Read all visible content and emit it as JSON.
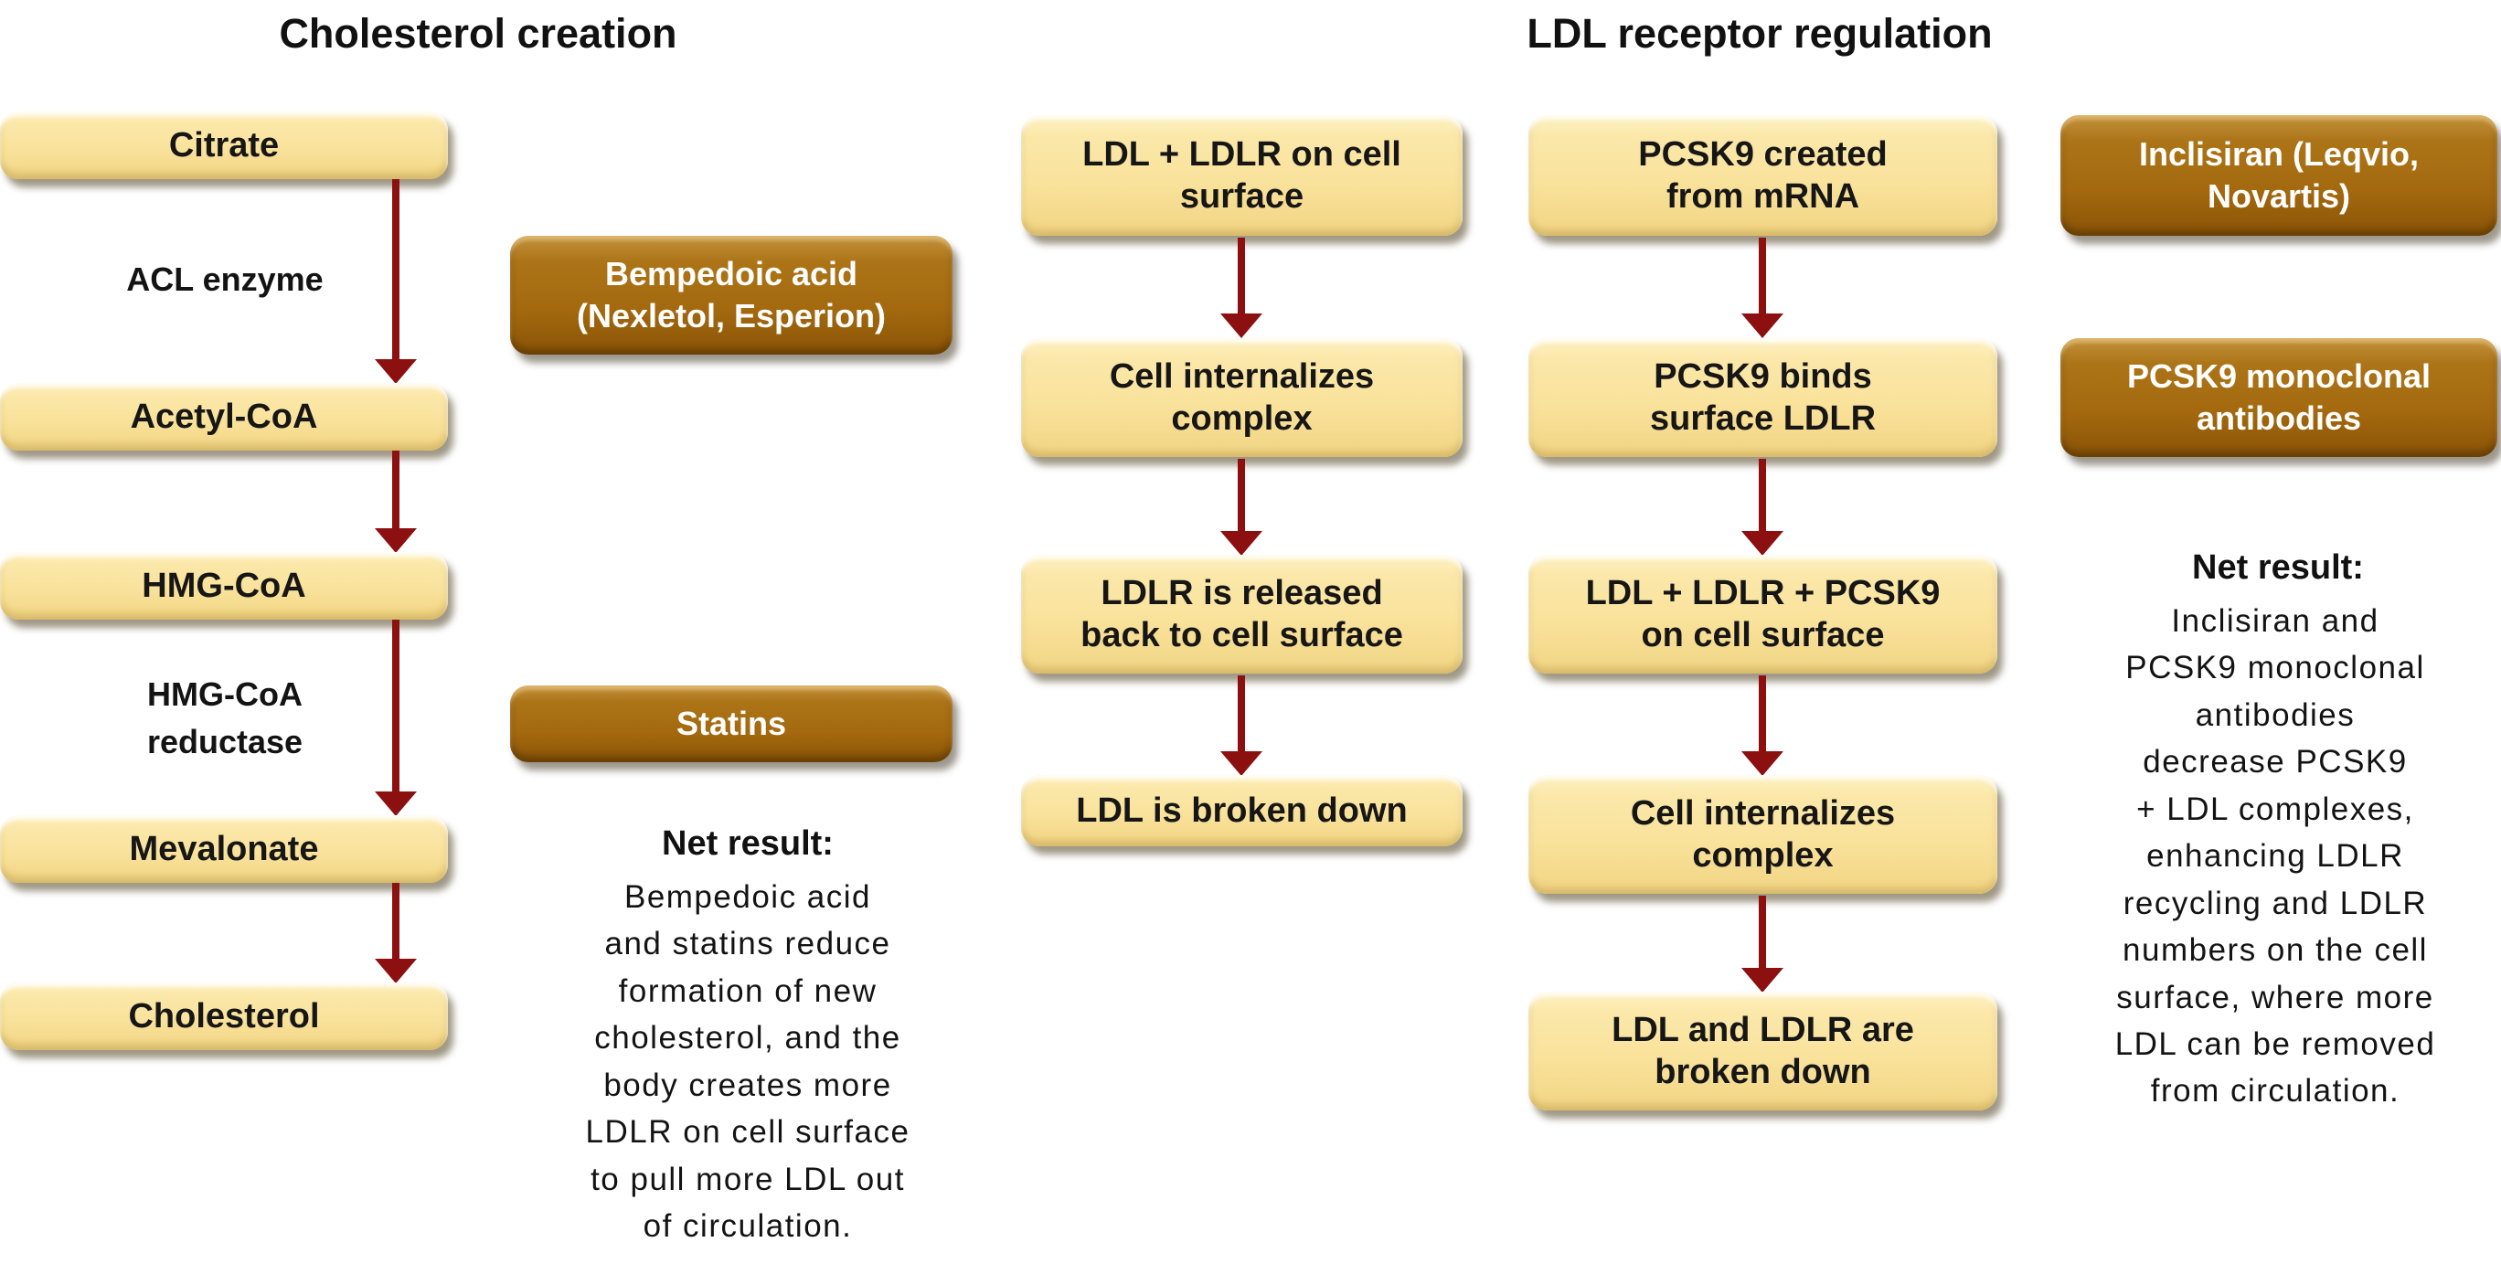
{
  "titles": {
    "cholesterol_creation": "Cholesterol creation",
    "ldl_receptor_regulation": "LDL receptor regulation"
  },
  "cholesterol_pathway": {
    "step1": "Citrate",
    "enzyme1": "ACL enzyme",
    "step2": "Acetyl-CoA",
    "step3": "HMG-CoA",
    "enzyme2": "HMG-CoA\nreductase",
    "step4": "Mevalonate",
    "step5": "Cholesterol"
  },
  "creation_drugs": {
    "bempedoic_acid": "Bempedoic acid\n(Nexletol, Esperion)",
    "statins": "Statins",
    "net_result_label": "Net result:",
    "net_result_text": [
      "Bempedoic acid",
      "and statins reduce",
      "formation of new",
      "cholesterol, and the",
      "body creates more",
      "LDLR on cell surface",
      "to pull more LDL out",
      "of circulation."
    ]
  },
  "ldlr_recycling_pathway": {
    "step1": "LDL + LDLR on cell\nsurface",
    "step2": "Cell internalizes\ncomplex",
    "step3": "LDLR is released\nback to cell surface",
    "step4": "LDL is broken down"
  },
  "pcsk9_pathway": {
    "step1": "PCSK9 created\nfrom mRNA",
    "step2": "PCSK9 binds\nsurface LDLR",
    "step3": "LDL + LDLR + PCSK9\non cell surface",
    "step4": "Cell internalizes\ncomplex",
    "step5": "LDL and LDLR are\nbroken down"
  },
  "pcsk9_drugs": {
    "inclisiran": "Inclisiran (Leqvio,\nNovartis)",
    "antibodies": "PCSK9 monoclonal\nantibodies",
    "net_result_label": "Net result:",
    "net_result_text": [
      "Inclisiran and",
      "PCSK9 monoclonal",
      "antibodies",
      "decrease PCSK9",
      "+ LDL complexes,",
      "enhancing LDLR",
      "recycling and LDLR",
      "numbers on the cell",
      "surface, where more",
      "LDL can be removed",
      "from circulation."
    ]
  },
  "colors": {
    "background": "#FFFFFF",
    "process_box_fill": "#F9E29B",
    "drug_box_fill": "#A4690F",
    "drug_box_text": "#FFFFFF",
    "arrow": "#8C1010",
    "text": "#131313"
  }
}
